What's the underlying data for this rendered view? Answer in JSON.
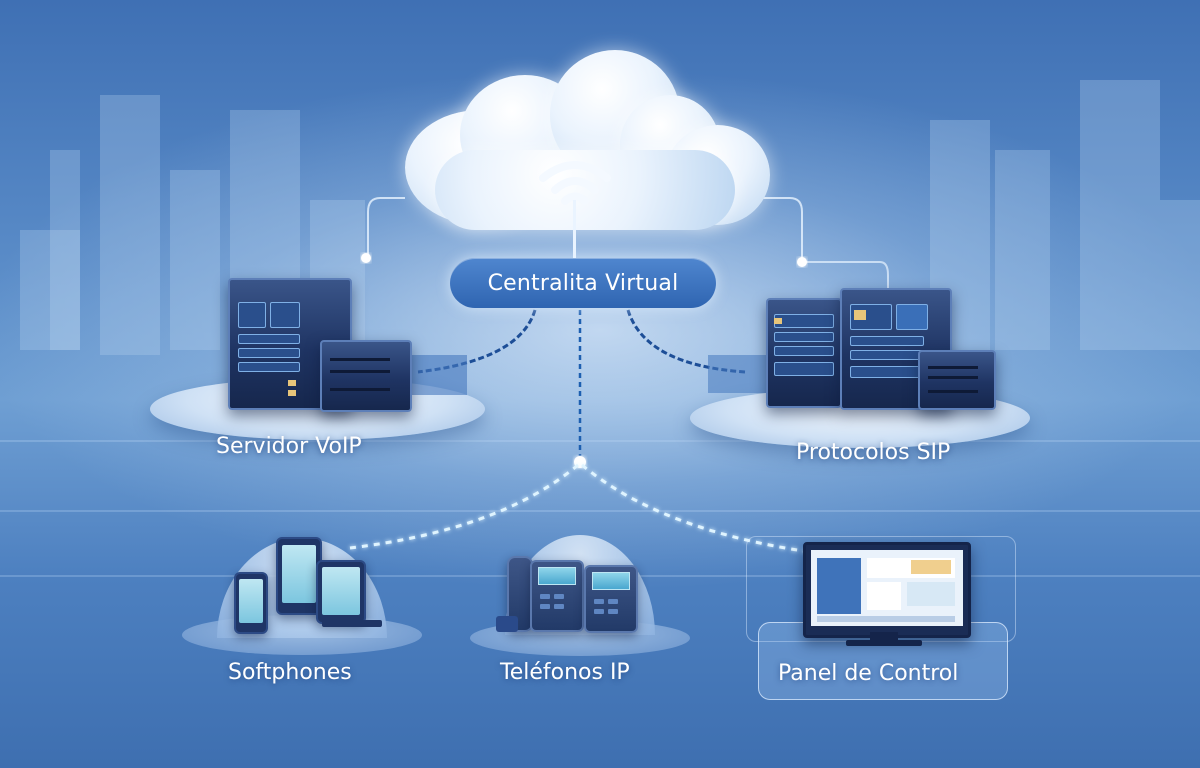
{
  "diagram": {
    "title": "Centralita Virtual",
    "center_node": {
      "label": "Centralita Virtual",
      "icon": "wifi-icon",
      "container": "cloud"
    },
    "nodes": [
      {
        "id": "servidor-voip",
        "label": "Servidor VoIP",
        "icon": "server-icon"
      },
      {
        "id": "protocolos-sip",
        "label": "Protocolos SIP",
        "icon": "server-rack-icon"
      },
      {
        "id": "softphones",
        "label": "Softphones",
        "icon": "mobile-devices-icon"
      },
      {
        "id": "telefonos-ip",
        "label": "Teléfonos IP",
        "icon": "desk-phone-icon"
      },
      {
        "id": "panel-control",
        "label": "Panel de Control",
        "icon": "monitor-icon"
      }
    ],
    "edges": [
      {
        "from": "Centralita Virtual",
        "to": "Servidor VoIP",
        "style": "dashed"
      },
      {
        "from": "Centralita Virtual",
        "to": "Protocolos SIP",
        "style": "dashed"
      },
      {
        "from": "Centralita Virtual",
        "to": "Softphones",
        "style": "dotted-glow"
      },
      {
        "from": "Centralita Virtual",
        "to": "Teléfonos IP",
        "style": "dotted-glow"
      },
      {
        "from": "Centralita Virtual",
        "to": "Panel de Control",
        "style": "dotted-glow"
      },
      {
        "from": "Servidor VoIP",
        "to": "Softphones",
        "style": "dotted-glow"
      },
      {
        "from": "Protocolos SIP",
        "to": "Panel de Control",
        "style": "dotted-glow"
      }
    ]
  },
  "colors": {
    "background": "#4d80c0",
    "pill": "#3a72bf",
    "server": "#1f3463",
    "connector": "#dff2ff",
    "label_text": "#ffffff"
  }
}
